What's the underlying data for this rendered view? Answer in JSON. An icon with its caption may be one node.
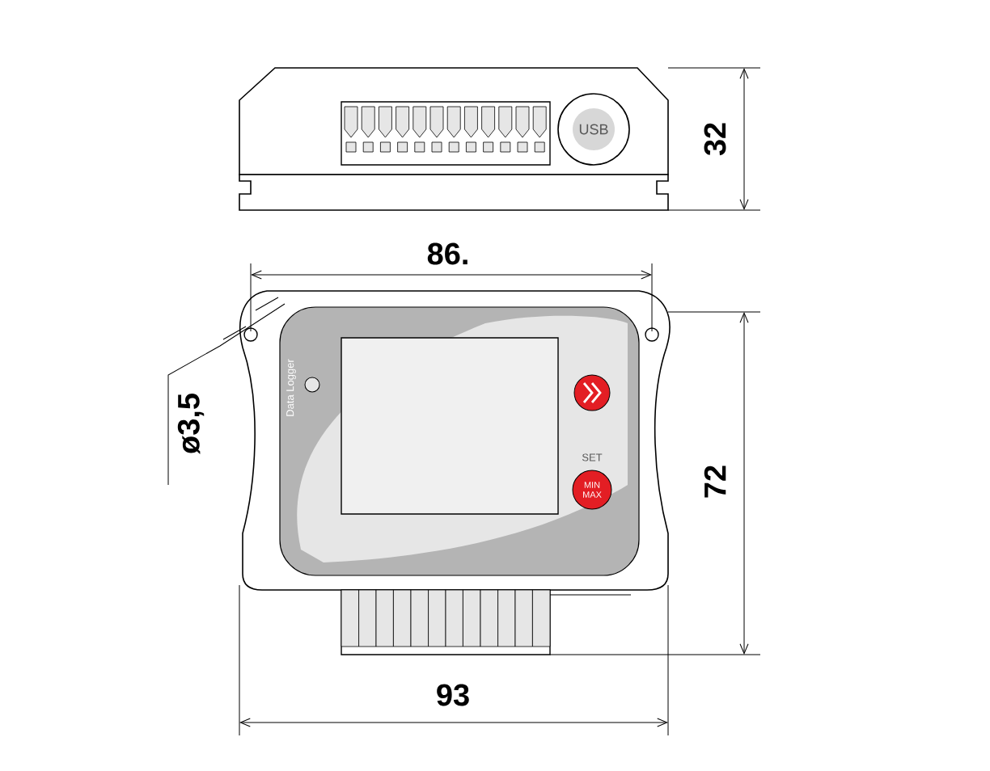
{
  "diagram": {
    "labels": [
      "USB",
      "32",
      "86.",
      "Data Logger",
      "ø3,5",
      "SET",
      "MIN MAX",
      "72",
      "93"
    ]
  }
}
